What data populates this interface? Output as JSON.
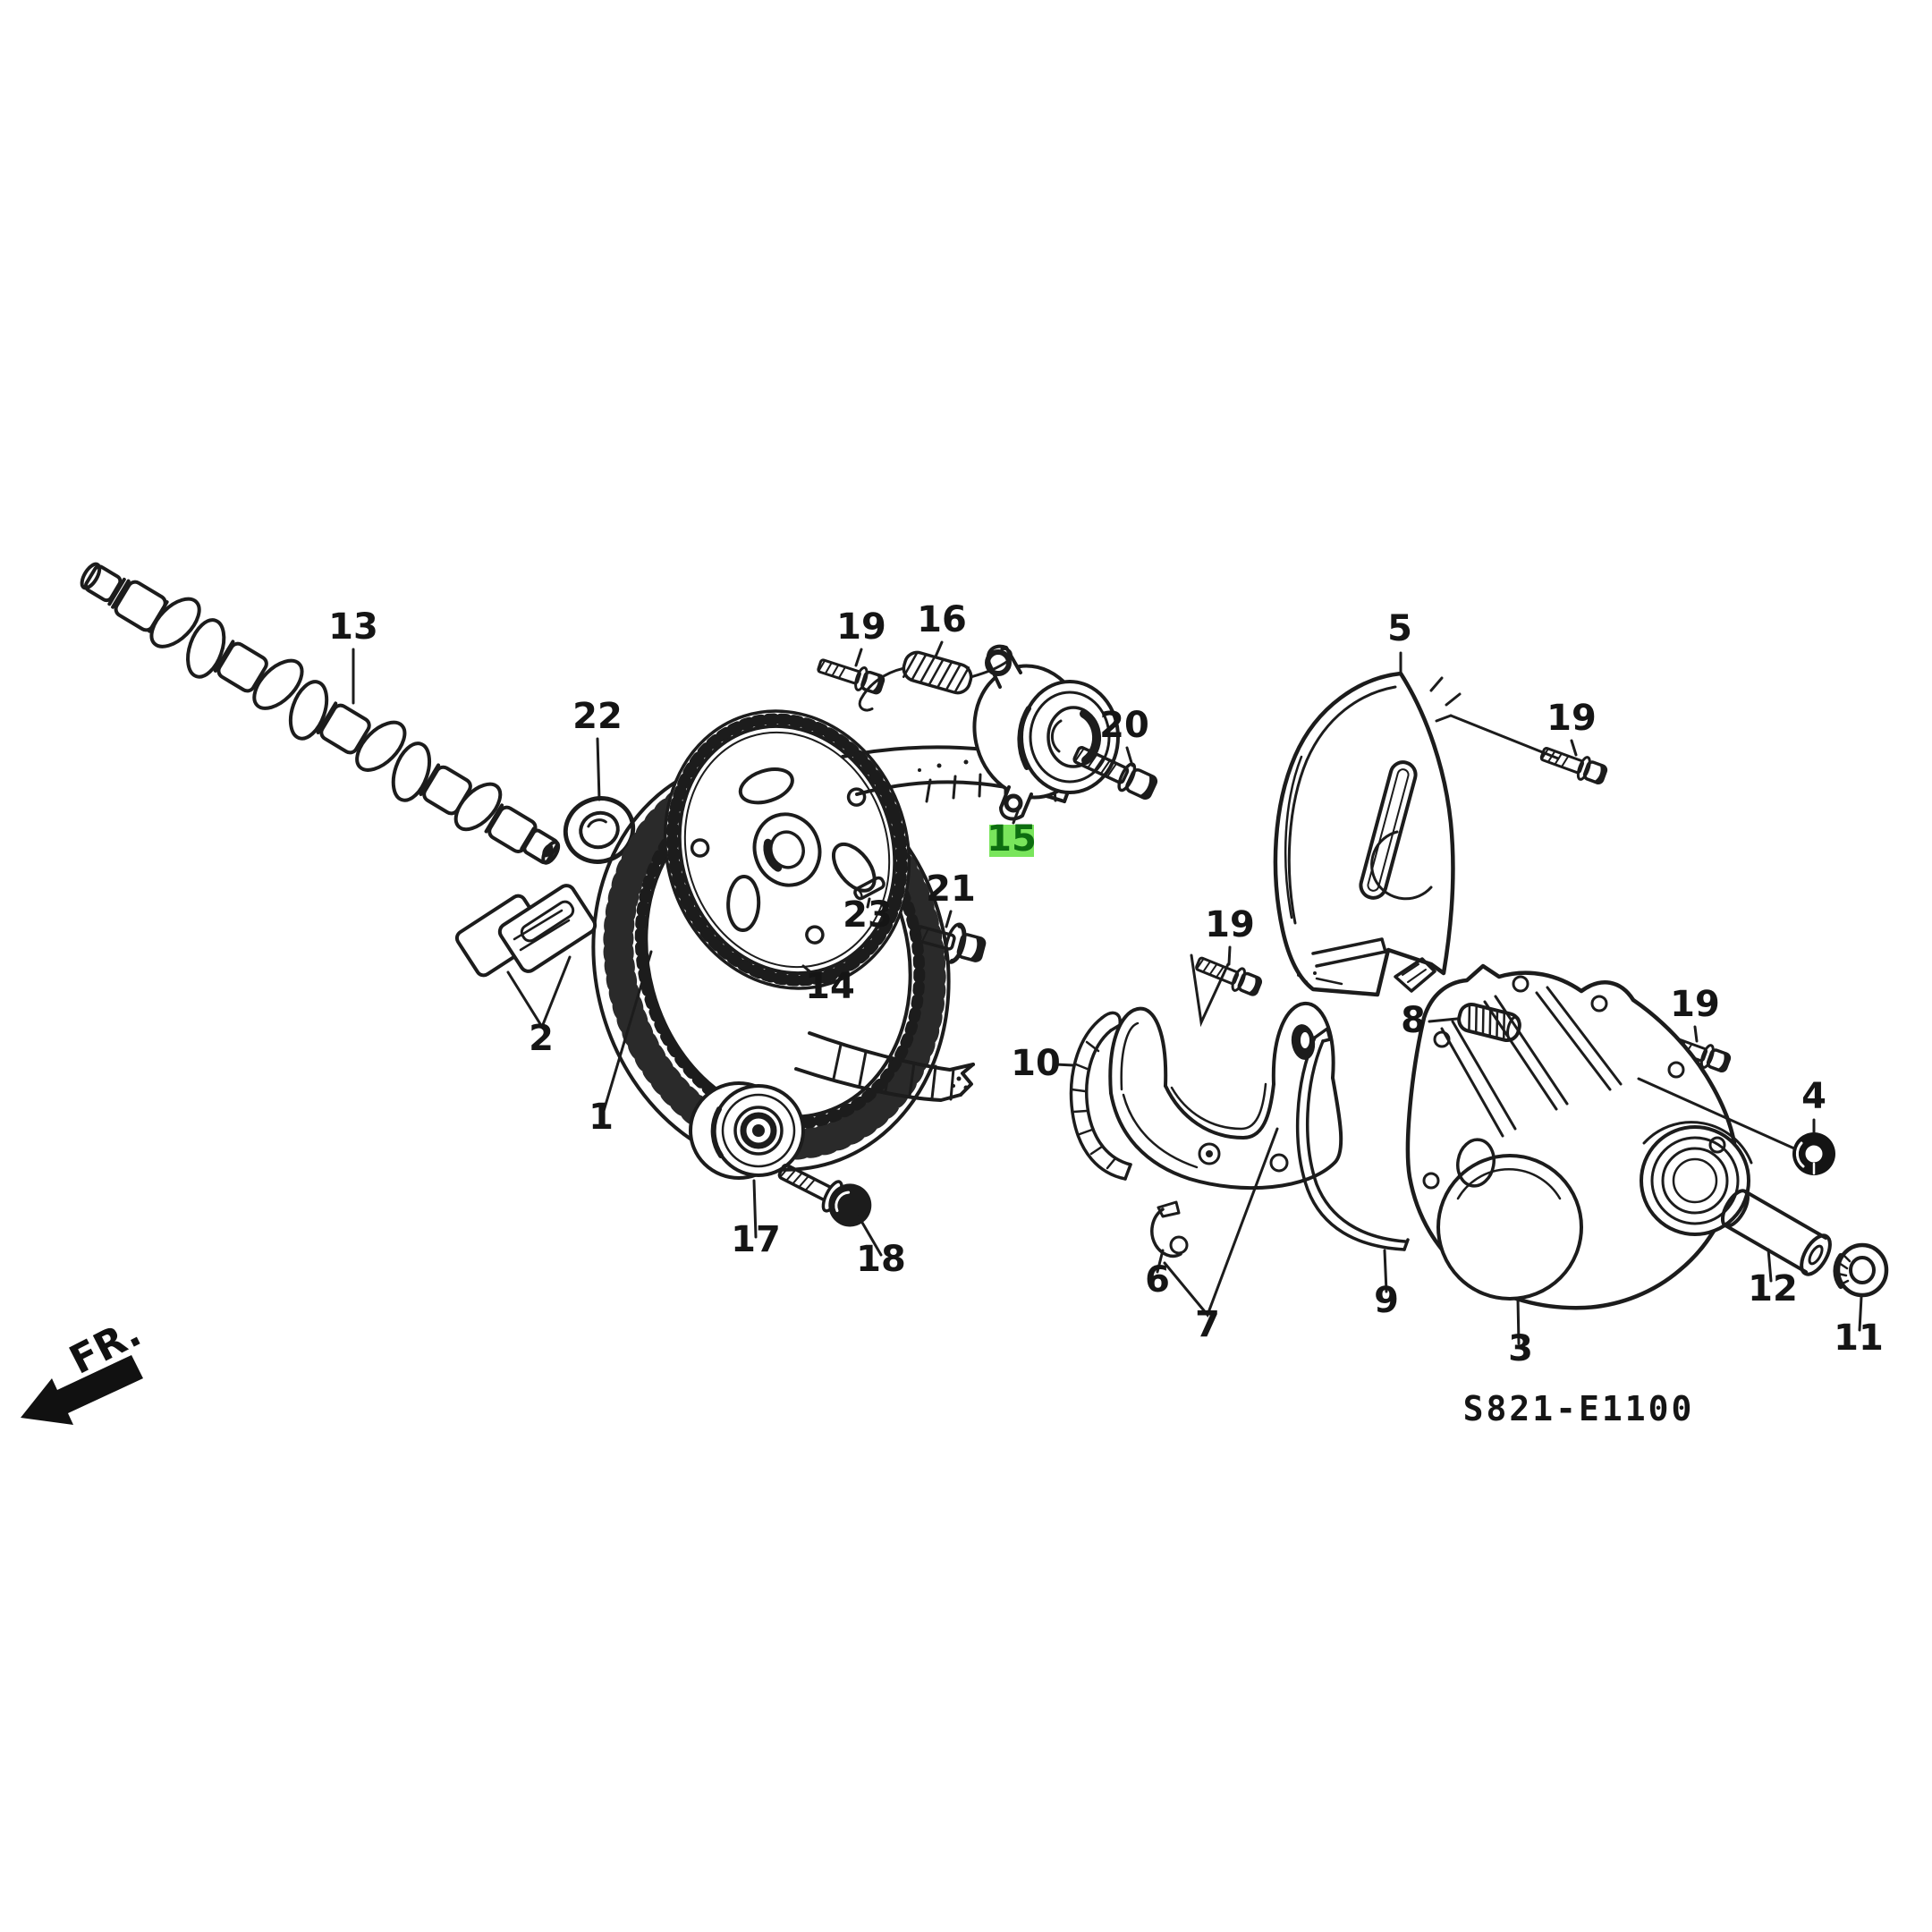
{
  "diagram": {
    "code": "S821-E1100",
    "direction_label": "FR.",
    "ink_color": "#1c1c1c",
    "background": "#ffffff",
    "highlight_color": "#79e55c",
    "highlight_text_color": "#0d6e10",
    "highlighted_part": "15",
    "callouts": {
      "c1": "1",
      "c2": "2",
      "c3": "3",
      "c4": "4",
      "c5": "5",
      "c6": "6",
      "c7": "7",
      "c8": "8",
      "c9": "9",
      "c10": "10",
      "c11": "11",
      "c12": "12",
      "c13": "13",
      "c14": "14",
      "c15": "15",
      "c16": "16",
      "c17": "17",
      "c18": "18",
      "c19a": "19",
      "c19b": "19",
      "c19c": "19",
      "c19d": "19",
      "c20": "20",
      "c21": "21",
      "c22": "22",
      "c23": "23"
    }
  }
}
